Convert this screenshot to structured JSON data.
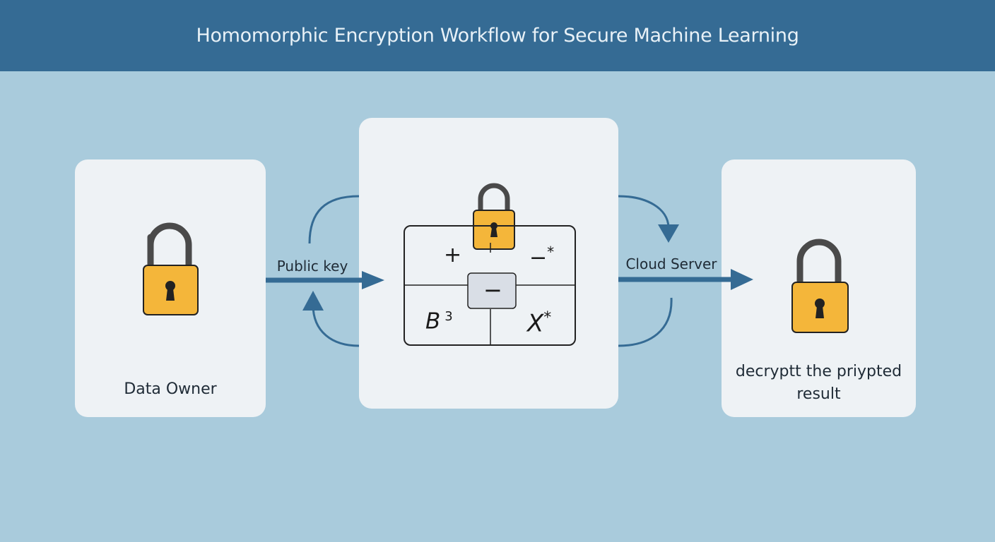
{
  "header": {
    "title": "Homomorphic Encryption Workflow for Secure Machine Learning"
  },
  "colors": {
    "background": "#a9cbdc",
    "header": "#356b94",
    "panel": "#eef2f5",
    "arrow": "#356b94",
    "lock_body": "#f4b63a",
    "shackle": "#4a4a4a"
  },
  "nodes": {
    "data_owner": {
      "label": "Data Owner",
      "icon": "open-padlock-icon"
    },
    "compute": {
      "icon": "open-padlock-icon",
      "operations": {
        "plus": "+",
        "minus": "−",
        "minus_superscript": "*",
        "center": "−",
        "b": "B",
        "b_superscript": "3",
        "x": "X",
        "x_superscript": "*"
      }
    },
    "result": {
      "label_line1": "decryptt the priypted",
      "label_line2": "result",
      "icon": "open-padlock-icon"
    }
  },
  "edges": {
    "left": {
      "label": "Public key"
    },
    "right": {
      "label": "Cloud Server"
    }
  }
}
